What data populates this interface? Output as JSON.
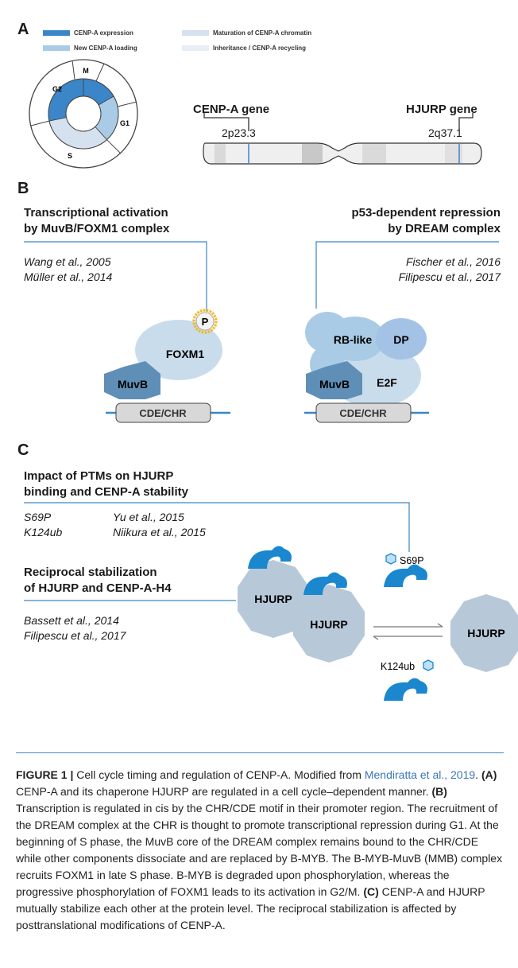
{
  "panels": {
    "a": "A",
    "b": "B",
    "c": "C"
  },
  "legend": {
    "items": [
      {
        "label": "CENP-A expression",
        "color": "#3a86c8"
      },
      {
        "label": "Maturation of CENP-A chromatin",
        "color": "#d5e1ee"
      },
      {
        "label": "New CENP-A loading",
        "color": "#a9cbe6"
      },
      {
        "label": "Inheritance / CENP-A recycling",
        "color": "#e8eef5"
      }
    ]
  },
  "cell_cycle": {
    "phases": [
      "M",
      "G2",
      "G1",
      "S"
    ]
  },
  "genes": {
    "cenpa_title": "CENP-A gene",
    "cenpa_band": "2p23.3",
    "hjurp_title": "HJURP gene",
    "hjurp_band": "2q37.1"
  },
  "panel_b": {
    "left_title_line1": "Transcriptional activation",
    "left_title_line2": "by MuvB/FOXM1 complex",
    "left_refs": [
      "Wang et al., 2005",
      "Müller et al., 2014"
    ],
    "right_title_line1": "p53-dependent repression",
    "right_title_line2": "by DREAM complex",
    "right_refs": [
      "Fischer et al., 2016",
      "Filipescu et al., 2017"
    ],
    "left_complex": {
      "p": "P",
      "foxm1": "FOXM1",
      "muvb": "MuvB",
      "dna": "CDE/CHR"
    },
    "right_complex": {
      "rblike": "RB-like",
      "dp": "DP",
      "muvb": "MuvB",
      "e2f": "E2F",
      "dna": "CDE/CHR"
    }
  },
  "panel_c": {
    "title1_line1": "Impact of PTMs on HJURP",
    "title1_line2": "binding and CENP-A stability",
    "refs1": [
      {
        "mod": "S69P",
        "ref": "Yu et al., 2015"
      },
      {
        "mod": "K124ub",
        "ref": "Niikura et al., 2015"
      }
    ],
    "title2_line1": "Reciprocal stabilization",
    "title2_line2": "of HJURP and CENP-A-H4",
    "refs2": [
      "Bassett et al., 2014",
      "Filipescu et al., 2017"
    ],
    "hjurp": "HJURP",
    "s69p": "S69P",
    "k124ub": "K124ub"
  },
  "caption": {
    "label": "FIGURE 1 |",
    "part1": " Cell cycle timing and regulation of CENP-A. Modified from ",
    "link": "Mendiratta et al., 2019",
    "part2": ". ",
    "a_tag": "(A)",
    "a_text": " CENP-A and its chaperone HJURP are regulated in a cell cycle–dependent manner. ",
    "b_tag": "(B)",
    "b_text": " Transcription is regulated in cis by the CHR/CDE motif in their promoter region. The recruitment of the DREAM complex at the CHR is thought to promote transcriptional repression during G1. At the beginning of S phase, the MuvB core of the DREAM complex remains bound to the CHR/CDE while other components dissociate and are replaced by B-MYB. The B-MYB-MuvB (MMB) complex recruits FOXM1 in late S phase. B-MYB is degraded upon phosphorylation, whereas the progressive phosphorylation of FOXM1 leads to its activation in G2/M. ",
    "c_tag": "(C)",
    "c_text": " CENP-A and HJURP mutually stabilize each other at the protein level. The reciprocal stabilization is affected by posttranslational modifications of CENP-A."
  }
}
